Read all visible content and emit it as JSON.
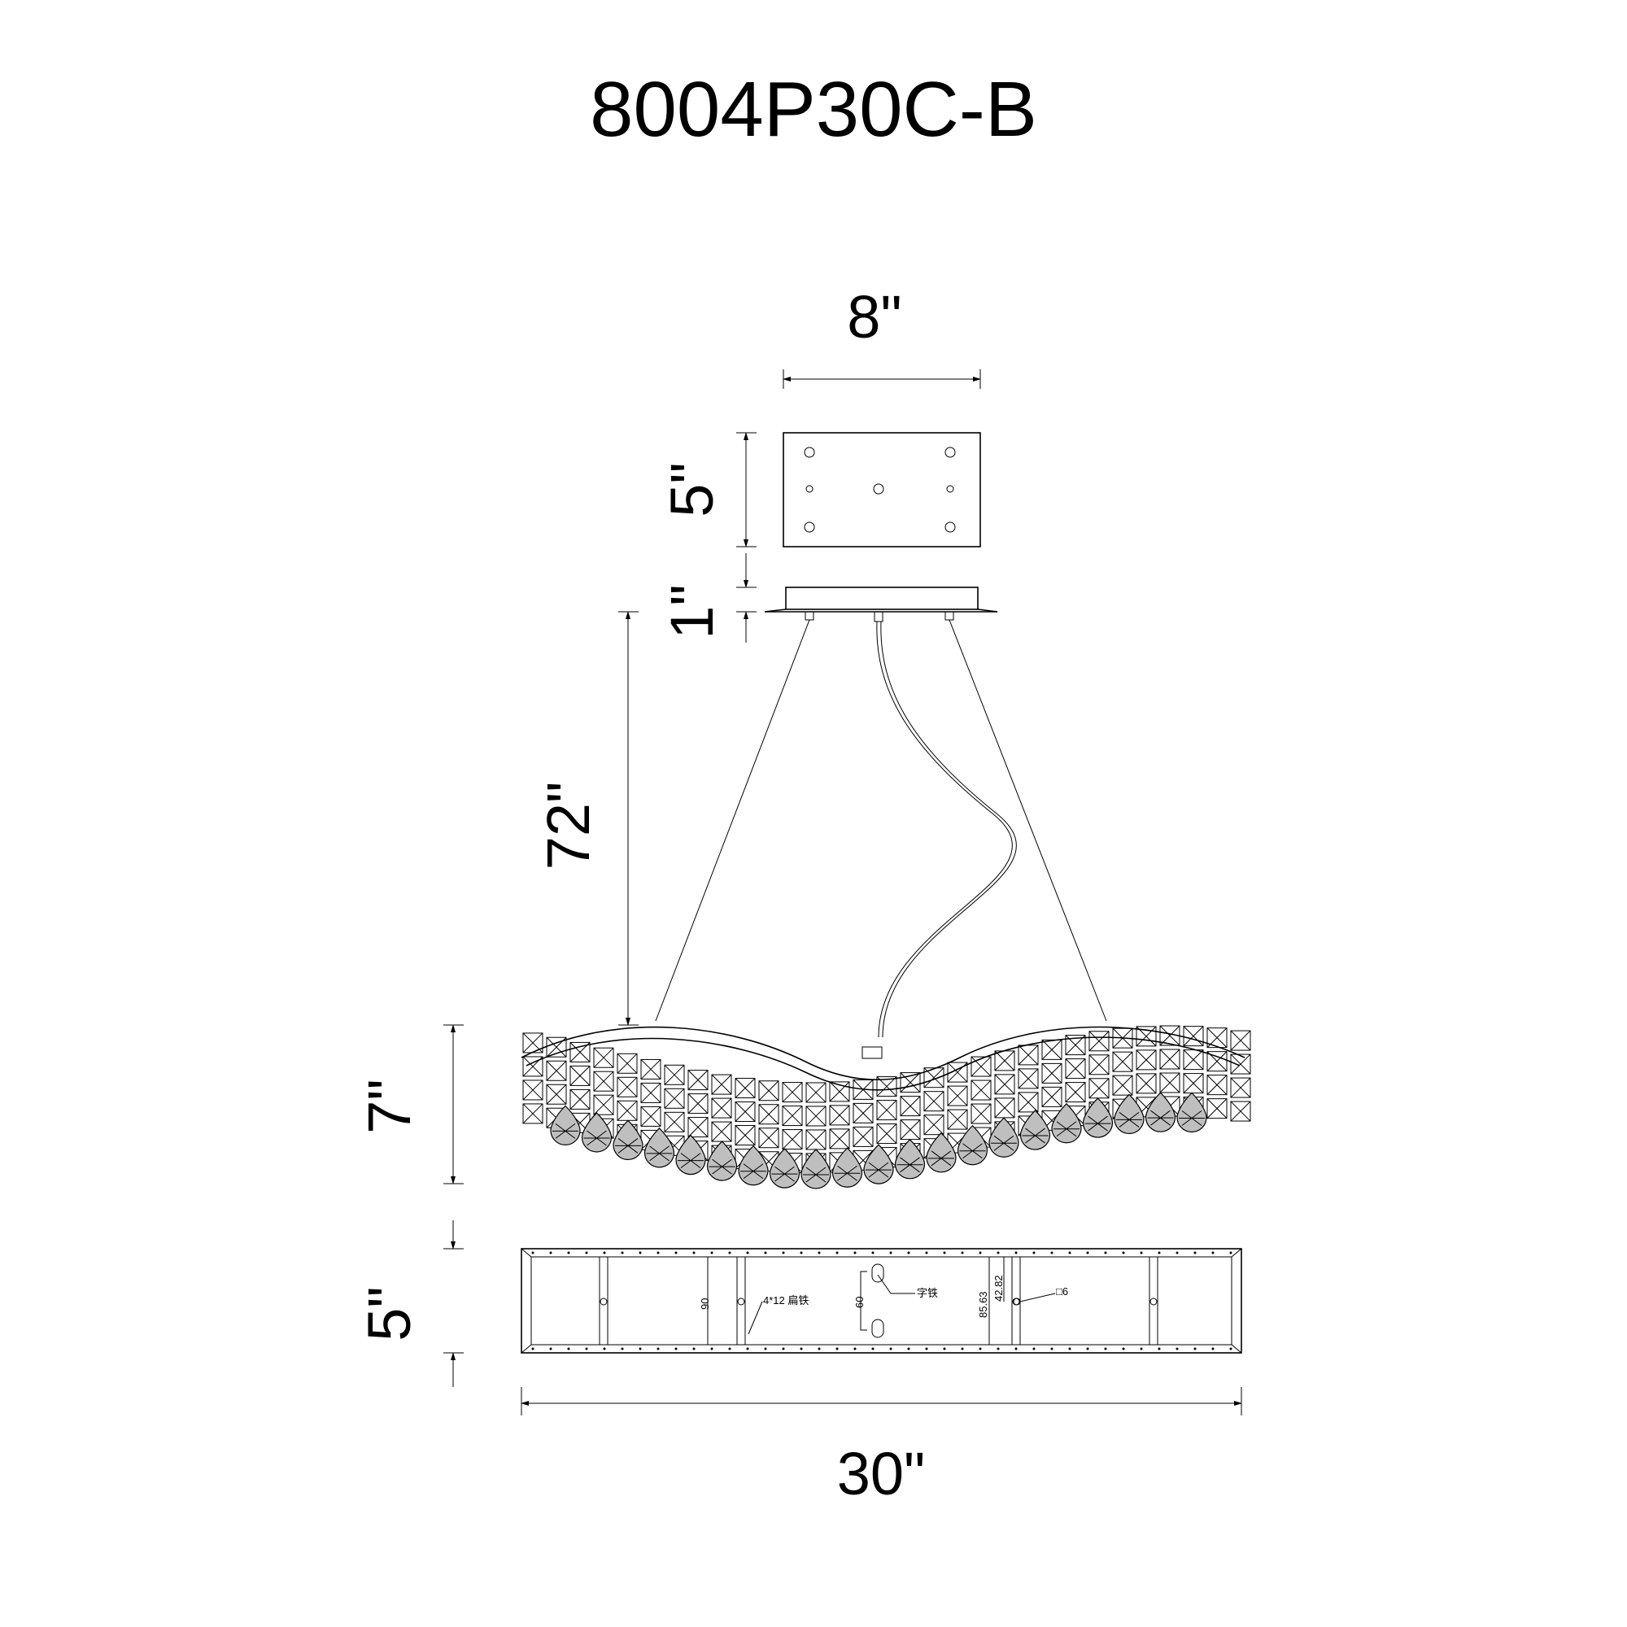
{
  "title": "8004P30C-B",
  "dimensions": {
    "canopy_width": "8\"",
    "canopy_height": "5\"",
    "canopy_depth": "1\"",
    "chain_length": "72\"",
    "fixture_height": "7\"",
    "fixture_depth": "5\"",
    "fixture_width": "30\""
  },
  "frame_notes": {
    "n90": "90",
    "flat_iron": "4*12  扁铁",
    "n60": "60",
    "t_iron": "字铁",
    "n42": "42.82",
    "n85": "85.63",
    "sq6": "□6"
  }
}
